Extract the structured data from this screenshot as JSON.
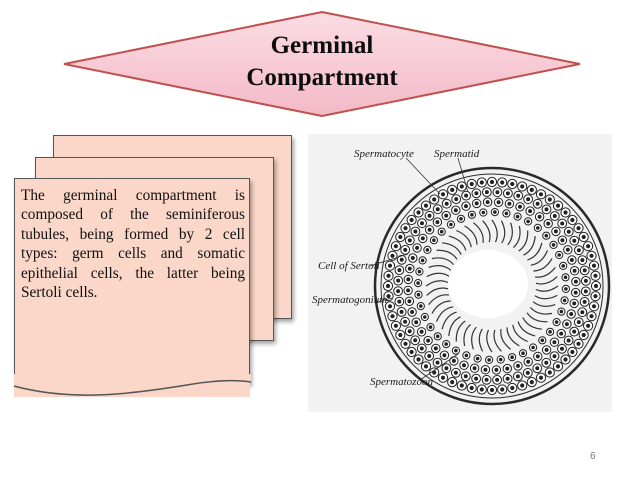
{
  "title": {
    "line1": "Germinal",
    "line2": "Compartment"
  },
  "card": {
    "text": "The germinal compartment is composed of the seminiferous tubules, being formed by 2 cell types: germ cells and somatic epithelial cells, the latter being Sertoli cells."
  },
  "figure": {
    "labels": {
      "spermatocyte": "Spermatocyte",
      "spermatid": "Spermatid",
      "sertoli": "Cell of Sertoli",
      "spermatogonium": "Spermatogonium",
      "spermatozoon": "Spermatozöon"
    }
  },
  "page_number": "6",
  "colors": {
    "banner_fill": "#f6c9d4",
    "banner_stroke": "#c0504d",
    "card_fill": "#fad7c8"
  }
}
